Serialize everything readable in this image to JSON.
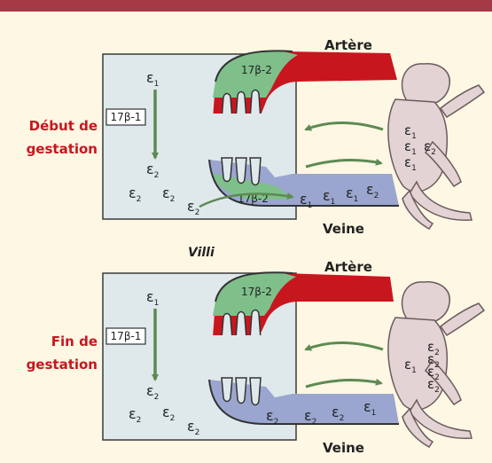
{
  "colors": {
    "topbar": "#a53a47",
    "background": "#fdf7e3",
    "panel": "#dfe9ec",
    "artery": "#c8161f",
    "vein": "#9aa6cf",
    "green": "#5d8a52",
    "greenfill": "#7fbf8a",
    "label_red": "#c8161f",
    "fetus": "#e3d3d4"
  },
  "labels": {
    "artere": "Artère",
    "veine": "Veine",
    "villi": "Villi",
    "debut_line1": "Début de",
    "debut_line2": "gestation",
    "fin_line1": "Fin de",
    "fin_line2": "gestation",
    "enzyme1": "17β-1",
    "enzyme2": "17β-2",
    "eps": "ε",
    "sub1": "1",
    "sub2": "2"
  },
  "panels": [
    {
      "phase": "Début de gestation",
      "fetus_hormones": [
        "ε1",
        "ε1",
        "ε2",
        "ε1"
      ],
      "vein_hormones": [
        "ε1",
        "ε1",
        "ε1",
        "ε2"
      ]
    },
    {
      "phase": "Fin de gestation",
      "fetus_hormones": [
        "ε1",
        "ε2",
        "ε2",
        "ε2",
        "ε2"
      ],
      "vein_hormones": [
        "ε2",
        "ε2",
        "ε2",
        "ε1"
      ]
    }
  ]
}
